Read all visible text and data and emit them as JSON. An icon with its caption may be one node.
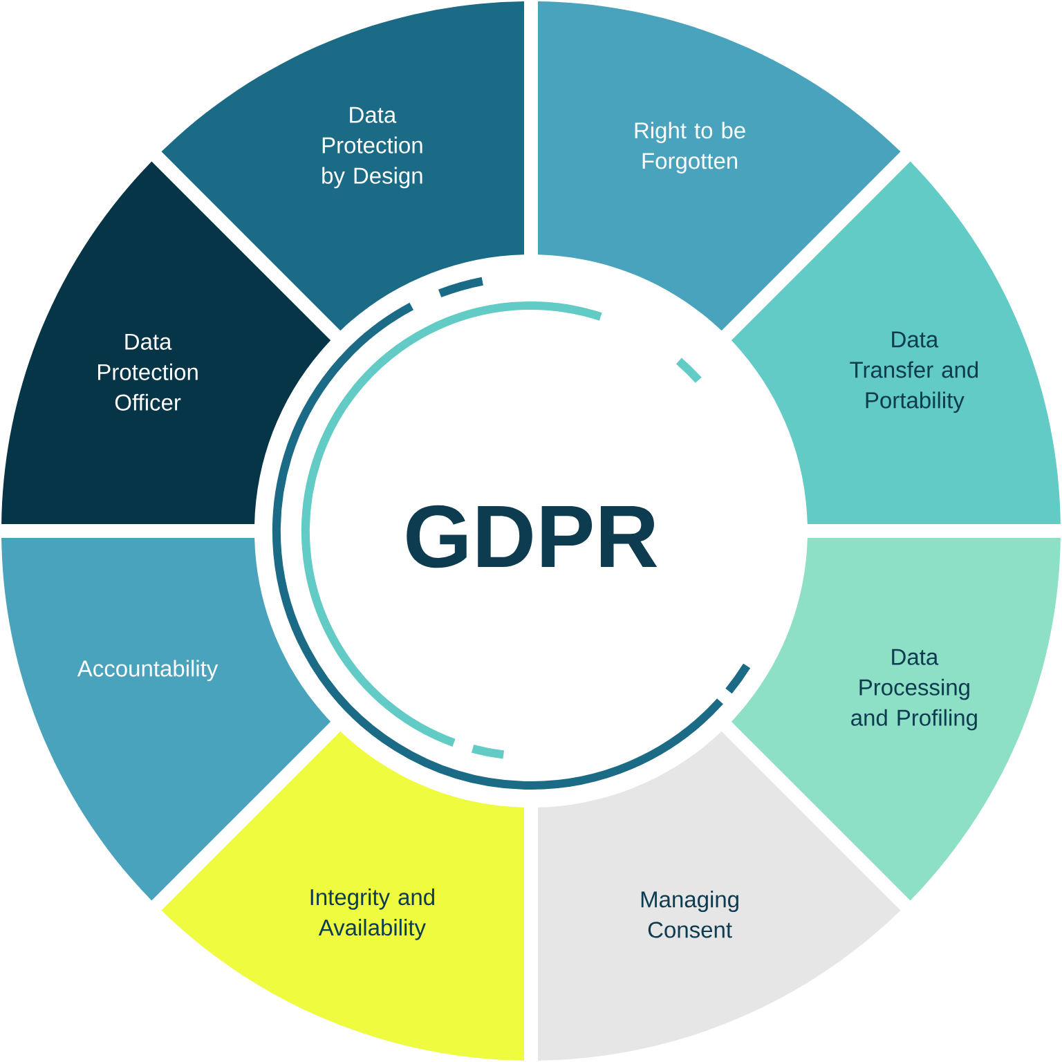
{
  "diagram": {
    "nodes": [
      {
        "text": [
          "GDPR"
        ]
      },
      {
        "text": [
          "Data Protection by Design"
        ]
      },
      {
        "text": [
          "Right to be Forgotten"
        ]
      },
      {
        "text": [
          "Data Transfer and Portability"
        ]
      },
      {
        "text": [
          "Data Processing and Profiling"
        ]
      },
      {
        "text": [
          "Managing Consent"
        ]
      },
      {
        "text": [
          "Integrity and Availability"
        ]
      },
      {
        "text": [
          "Accountability"
        ]
      },
      {
        "text": [
          "Data Protection Officer"
        ]
      }
    ]
  }
}
